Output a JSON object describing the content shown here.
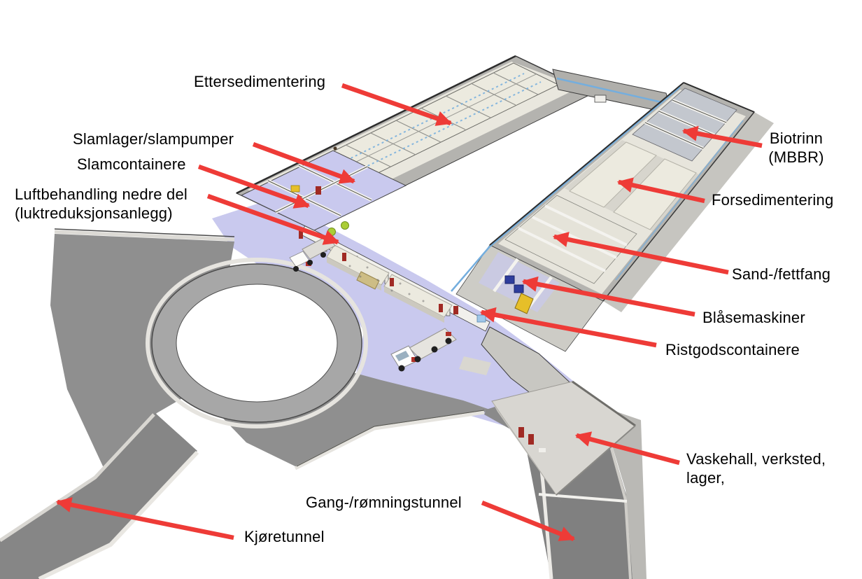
{
  "diagram": {
    "type": "annotated-3d-facility-model",
    "background": "#ffffff",
    "labels": [
      {
        "id": "ettersedimentering",
        "text": "Ettersedimentering"
      },
      {
        "id": "slamlager",
        "text": "Slamlager/slampumper"
      },
      {
        "id": "slamcontainere",
        "text": "Slamcontainere"
      },
      {
        "id": "luftbehandling",
        "text": "Luftbehandling nedre del",
        "text2": "(luktreduksjonsanlegg)"
      },
      {
        "id": "biotrinn",
        "text": "Biotrinn",
        "text2": "(MBBR)"
      },
      {
        "id": "forsedimentering",
        "text": "Forsedimentering"
      },
      {
        "id": "sandfettfang",
        "text": "Sand-/fettfang"
      },
      {
        "id": "blasemaskiner",
        "text": "Blåsemaskiner"
      },
      {
        "id": "ristgodscontainere",
        "text": "Ristgodscontainere"
      },
      {
        "id": "vaskehall",
        "text": "Vaskehall, verksted,",
        "text2": "lager,"
      },
      {
        "id": "gangtunnel",
        "text": "Gang-/rømningstunnel"
      },
      {
        "id": "kjoretunnel",
        "text": "Kjøretunnel"
      }
    ],
    "colors": {
      "arrow_red": "#ee3b37",
      "label_text": "#000000",
      "floor_lavender": "#c9c9ee",
      "road_gray": "#8f8f8f",
      "slab_gray": "#b4b3af",
      "basin_cream": "#eceadf",
      "pipe_blue": "#74aede",
      "equipment_blue": "#2e3d9d",
      "equipment_yellow": "#e6bf29",
      "equipment_green": "#aacd36",
      "door_red": "#a02a24"
    }
  }
}
